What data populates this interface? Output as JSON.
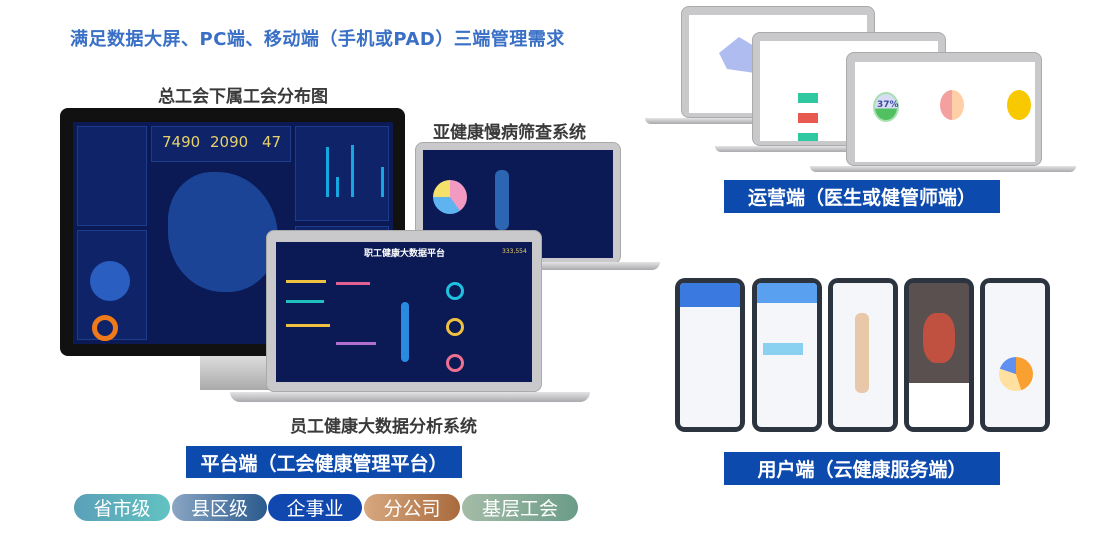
{
  "headline": "满足数据大屏、PC端、移动端（手机或PAD）三端管理需求",
  "captions": {
    "monitor": "总工会下属工会分布图",
    "laptop_screening": "亚健康慢病筛查系统",
    "laptop_analysis": "员工健康大数据分析系统"
  },
  "monitor_kpis": [
    "7490",
    "2090",
    "47"
  ],
  "analysis_platform": {
    "title": "职工健康大数据平台",
    "total": "333,554"
  },
  "operations": {
    "gauge": "37%"
  },
  "labels": {
    "platform": "平台端（工会健康管理平台）",
    "operations": "运营端（医生或健管师端）",
    "user": "用户端（云健康服务端）"
  },
  "levels": [
    "省市级",
    "县区级",
    "企事业",
    "分公司",
    "基层工会"
  ],
  "colors": {
    "label_bg": "#0d4aad",
    "headline": "#3a6fc6",
    "dashboard_bg": "#0b1a55"
  }
}
